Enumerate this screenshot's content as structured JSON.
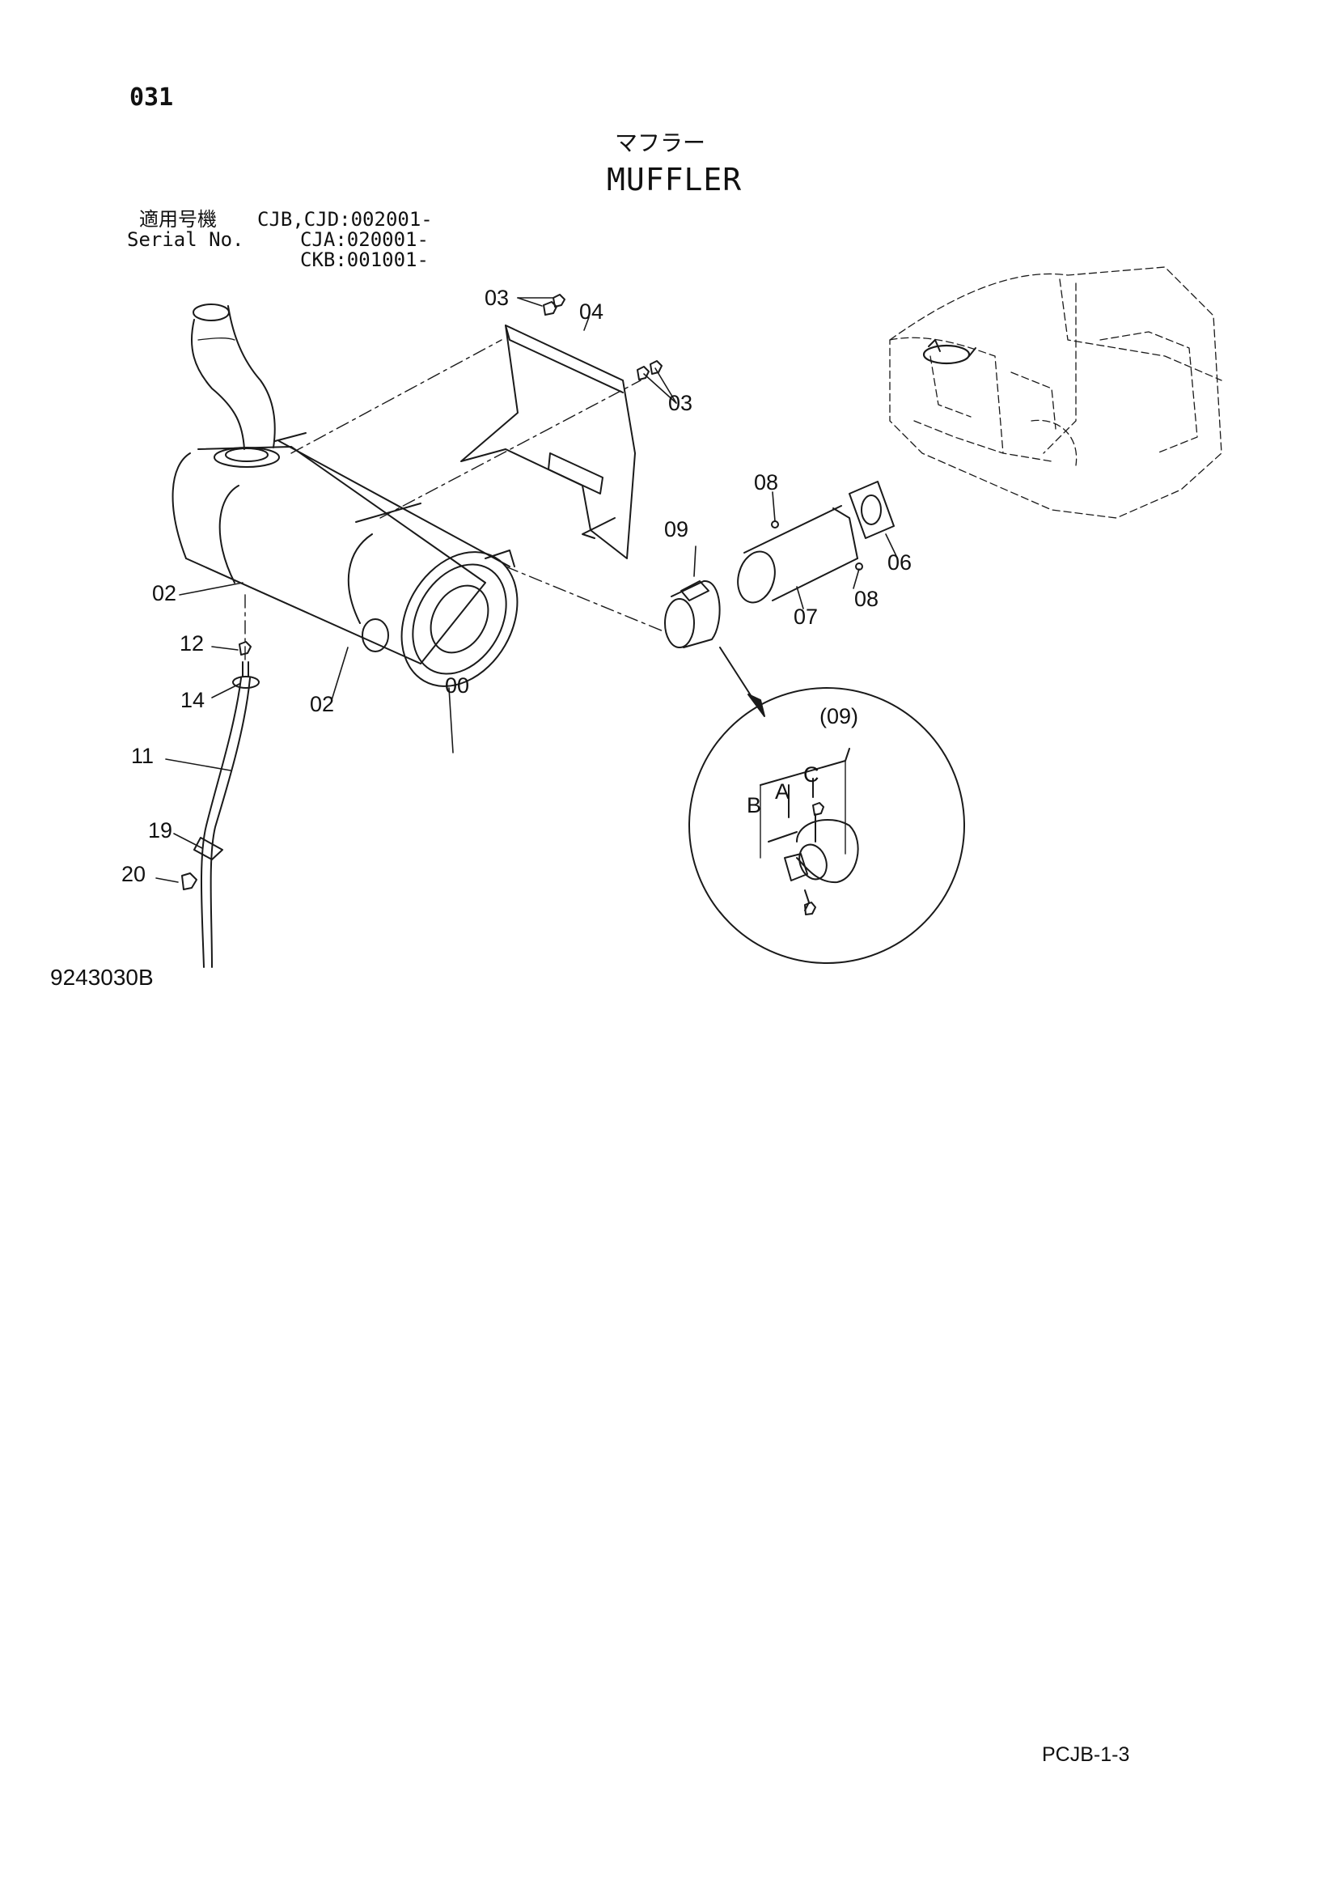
{
  "page_number": "031",
  "title": {
    "japanese": "マフラー",
    "english": "MUFFLER"
  },
  "serial": {
    "label_jp": "適用号機",
    "label_en": "Serial No.",
    "ranges": [
      "CJB,CJD:002001-",
      "CJA:020001-",
      "CKB:001001-"
    ]
  },
  "callouts": {
    "c00": "00",
    "c02a": "02",
    "c02b": "02",
    "c03a": "03",
    "c03b": "03",
    "c04": "04",
    "c06": "06",
    "c07": "07",
    "c08a": "08",
    "c08b": "08",
    "c09": "09",
    "c11": "11",
    "c12": "12",
    "c14": "14",
    "c19": "19",
    "c20": "20"
  },
  "detail": {
    "title": "(09)",
    "a": "A",
    "b": "B",
    "c": "C"
  },
  "drawing_code": "9243030B",
  "page_code": "PCJB-1-3"
}
